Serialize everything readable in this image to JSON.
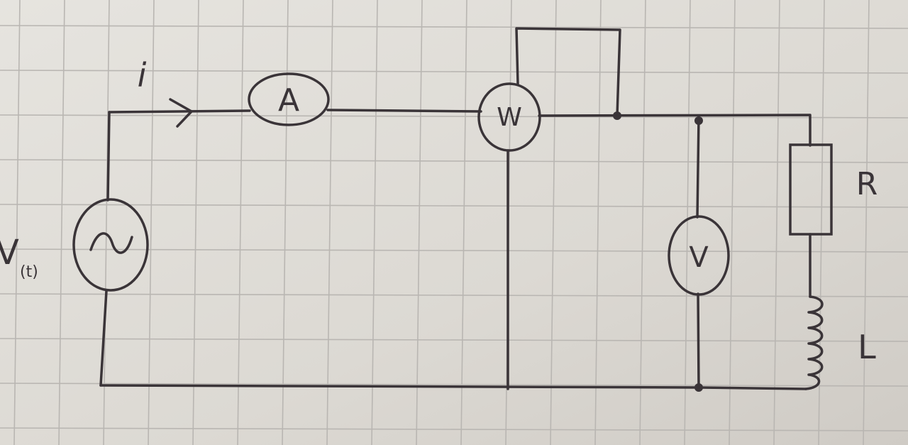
{
  "diagram": {
    "current_label": "i",
    "source_label": "V",
    "source_subscript": "(t)",
    "source_symbol": "~",
    "ammeter_label": "A",
    "wattmeter_label": "W",
    "voltmeter_label": "V",
    "resistor_label": "R",
    "inductor_label": "L"
  },
  "colors": {
    "paper": "#dedbd5",
    "grid": "#b9b6b2",
    "ink": "#3a3438"
  }
}
